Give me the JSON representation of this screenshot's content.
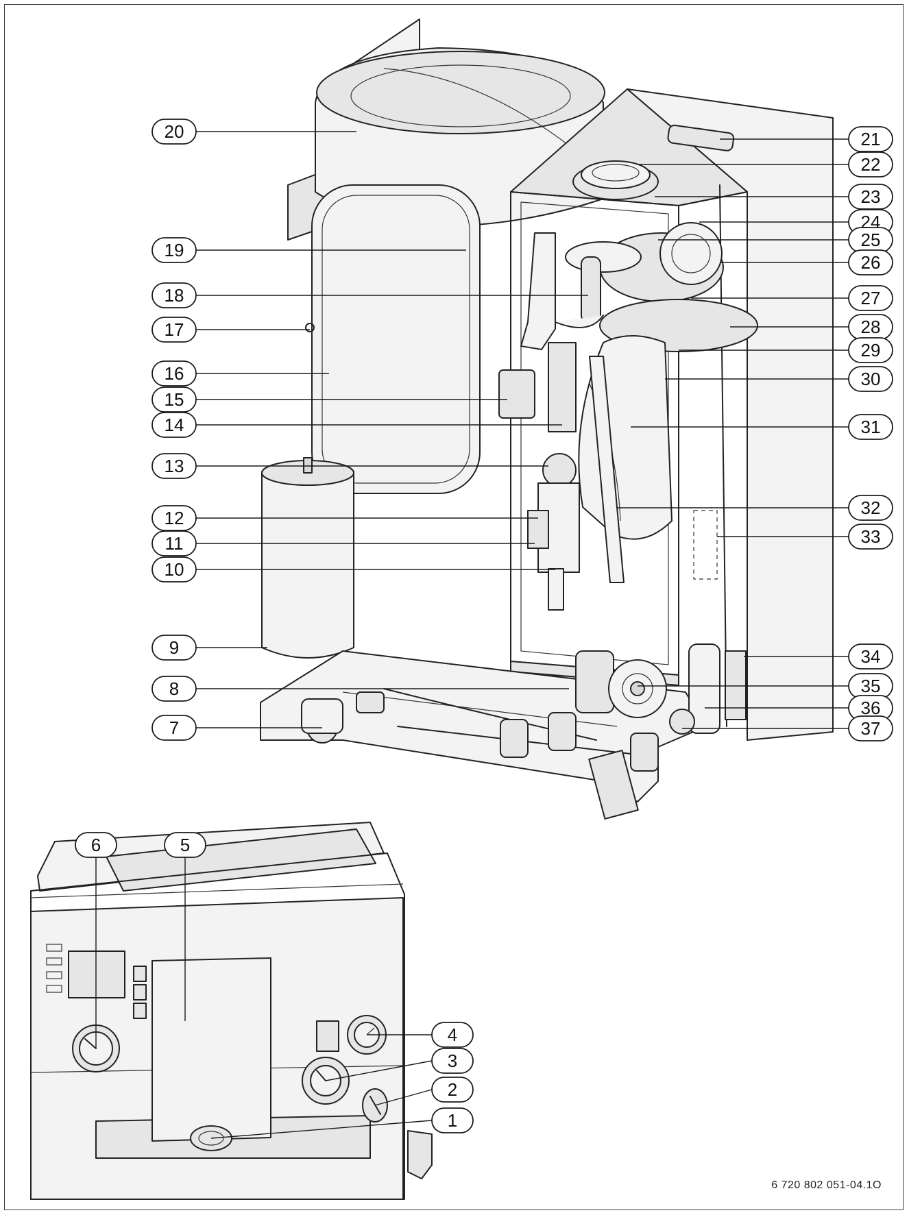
{
  "document_ref": "6 720 802 051-04.1O",
  "callouts": [
    {
      "label": "20",
      "side": "left",
      "anchor": "tank-top"
    },
    {
      "label": "19",
      "side": "left",
      "anchor": "expansion-vessel-valve"
    },
    {
      "label": "18",
      "side": "left",
      "anchor": "air-vent"
    },
    {
      "label": "17",
      "side": "left",
      "anchor": "vessel-valve"
    },
    {
      "label": "16",
      "side": "left",
      "anchor": "expansion-vessel"
    },
    {
      "label": "15",
      "side": "left",
      "anchor": "sensor-box"
    },
    {
      "label": "14",
      "side": "left",
      "anchor": "pipe-clip"
    },
    {
      "label": "13",
      "side": "left",
      "anchor": "gas-valve-top"
    },
    {
      "label": "12",
      "side": "left",
      "anchor": "gas-valve"
    },
    {
      "label": "11",
      "side": "left",
      "anchor": "gas-valve-body"
    },
    {
      "label": "10",
      "side": "left",
      "anchor": "gas-pipe"
    },
    {
      "label": "9",
      "side": "left",
      "anchor": "dhw-vessel"
    },
    {
      "label": "8",
      "side": "left",
      "anchor": "pipe-fitting"
    },
    {
      "label": "7",
      "side": "left",
      "anchor": "valve-fitting"
    },
    {
      "label": "21",
      "side": "right",
      "anchor": "top-cover"
    },
    {
      "label": "22",
      "side": "right",
      "anchor": "flue-outlet"
    },
    {
      "label": "23",
      "side": "right",
      "anchor": "flue-collar"
    },
    {
      "label": "24",
      "side": "right",
      "anchor": "bracket"
    },
    {
      "label": "25",
      "side": "right",
      "anchor": "fan-housing"
    },
    {
      "label": "26",
      "side": "right",
      "anchor": "fan-connector"
    },
    {
      "label": "27",
      "side": "right",
      "anchor": "fan-motor"
    },
    {
      "label": "28",
      "side": "right",
      "anchor": "burner-nut"
    },
    {
      "label": "29",
      "side": "right",
      "anchor": "burner-flange"
    },
    {
      "label": "30",
      "side": "right",
      "anchor": "heat-exchanger"
    },
    {
      "label": "31",
      "side": "right",
      "anchor": "combustion-chamber"
    },
    {
      "label": "32",
      "side": "right",
      "anchor": "return-pipe"
    },
    {
      "label": "33",
      "side": "right",
      "anchor": "data-plate"
    },
    {
      "label": "34",
      "side": "right",
      "anchor": "pressure-relief"
    },
    {
      "label": "35",
      "side": "right",
      "anchor": "pump"
    },
    {
      "label": "36",
      "side": "right",
      "anchor": "diverter"
    },
    {
      "label": "37",
      "side": "right",
      "anchor": "drain"
    },
    {
      "label": "6",
      "side": "top",
      "anchor": "temperature-dial"
    },
    {
      "label": "5",
      "side": "top",
      "anchor": "programmer-slot"
    },
    {
      "label": "4",
      "side": "right",
      "anchor": "pressure-gauge"
    },
    {
      "label": "3",
      "side": "right",
      "anchor": "dhw-dial"
    },
    {
      "label": "2",
      "side": "right",
      "anchor": "mains-switch"
    },
    {
      "label": "1",
      "side": "right",
      "anchor": "status-button"
    }
  ],
  "colors": {
    "line": "#222222",
    "panel": "#f3f3f3",
    "shade": "#d9d9d9"
  }
}
